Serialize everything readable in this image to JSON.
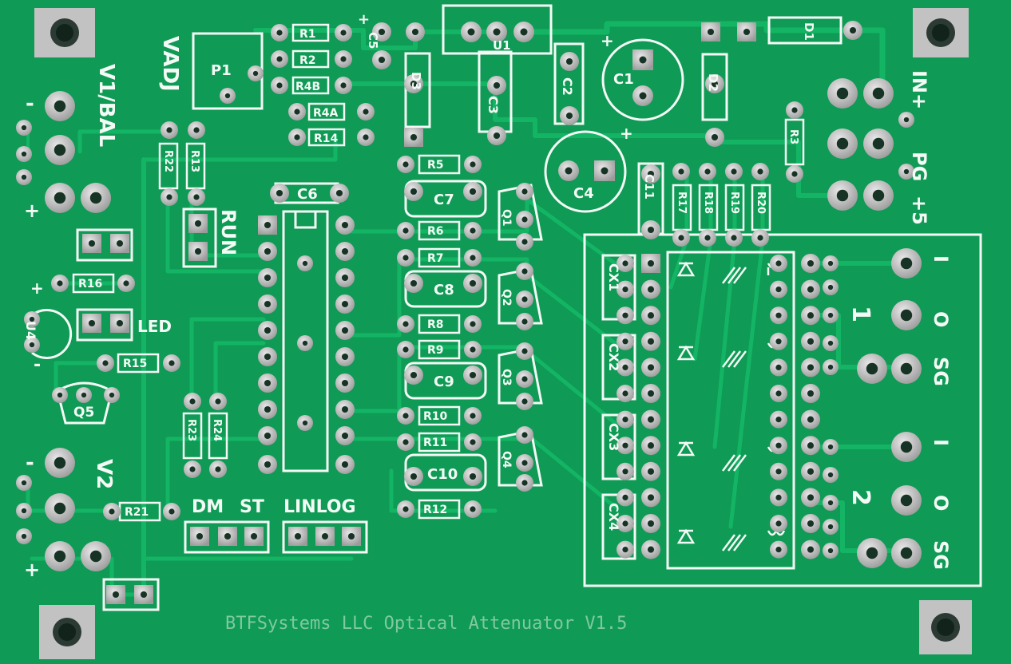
{
  "board": {
    "footer": "BTFSystems LLC Optical Attenuator V1.5",
    "colors": {
      "substrate": "#0f9a55",
      "trace": "#13b565",
      "silk": "#f4fbf6",
      "pad": "#c7c7c7"
    }
  },
  "labels": {
    "vadj": "VADJ",
    "p1": "P1",
    "v1bal": "V1/BAL",
    "v2": "V2",
    "run": "RUN",
    "led": "LED",
    "u4": "U4",
    "q5": "Q5",
    "dm": "DM",
    "st": "ST",
    "linlog": "LINLOG",
    "u1": "U1",
    "c1": "C1",
    "c2": "C2",
    "c3": "C3",
    "c4": "C4",
    "c5": "C5",
    "c6": "C6",
    "c7": "C7",
    "c8": "C8",
    "c9": "C9",
    "c10": "C10",
    "c11": "C11",
    "d1": "D1",
    "d2": "D2",
    "d3": "D3",
    "r1": "R1",
    "r2": "R2",
    "r3": "R3",
    "r4b": "R4B",
    "r4a": "R4A",
    "r14": "R14",
    "r22": "R22",
    "r13": "R13",
    "r5": "R5",
    "r6": "R6",
    "r7": "R7",
    "r8": "R8",
    "r9": "R9",
    "r10": "R10",
    "r11": "R11",
    "r12": "R12",
    "r16": "R16",
    "r15": "R15",
    "r21": "R21",
    "r23": "R23",
    "r24": "R24",
    "r17": "R17",
    "r18": "R18",
    "r19": "R19",
    "r20": "R20",
    "q1": "Q1",
    "q2": "Q2",
    "q3": "Q3",
    "q4": "Q4",
    "cx1": "CX1",
    "cx2": "CX2",
    "cx3": "CX3",
    "cx4": "CX4",
    "in": "IN+",
    "pg": "PG",
    "p5": "+5",
    "ch1": "1",
    "ch2": "2",
    "i": "I",
    "o": "O",
    "sg": "SG",
    "plus": "+",
    "minus": "-"
  }
}
